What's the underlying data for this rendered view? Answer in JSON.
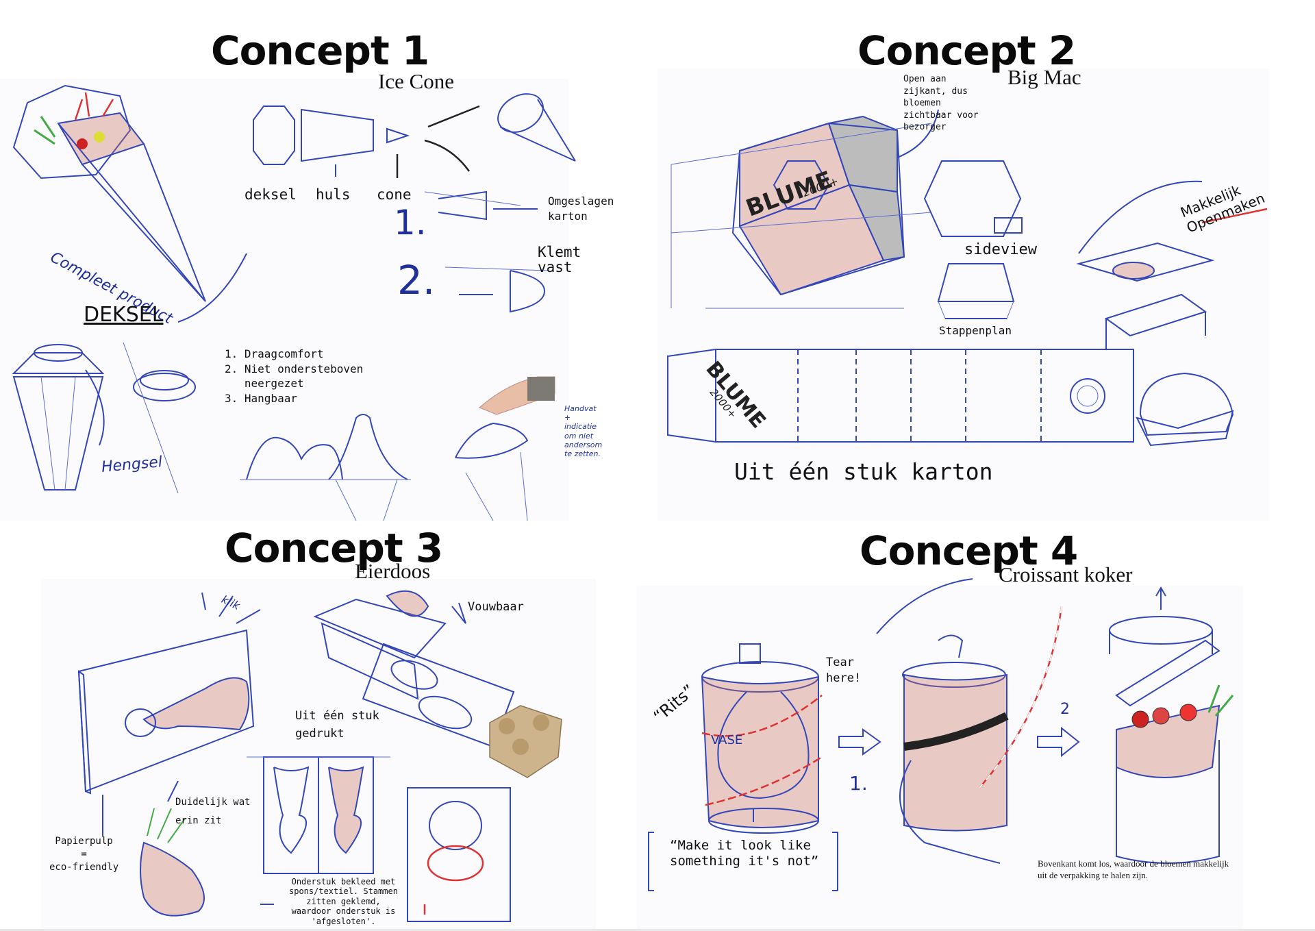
{
  "concept1": {
    "title": "Concept 1",
    "subtitle": "Ice Cone",
    "labels": {
      "deksel": "deksel",
      "huls": "huls",
      "cone": "cone",
      "omgeslagen": "Omgeslagen\nkarton",
      "klemt": "Klemt\nvast",
      "requirements": "1. Draagcomfort\n2. Niet ondersteboven\n   neergezet\n3. Hangbaar"
    },
    "handwriting": {
      "compleet": "Compleet product",
      "deksel_big": "DEKSEL",
      "hengsel": "Hengsel",
      "step1": "1.",
      "step2": "2.",
      "handvat": "Handvat\n+\nindicatie\nom niet\nandersom\nte zetten."
    }
  },
  "concept2": {
    "title": "Concept 2",
    "subtitle": "Big Mac",
    "labels": {
      "open": "Open aan\nzijkant, dus\nbloemen\nzichtbaar voor\nbezorger",
      "sideview": "sideview",
      "stappenplan": "Stappenplan",
      "uit": "Uit één stuk karton"
    },
    "handwriting": {
      "makkelijk": "Makkelijk\nOpenmaken",
      "blume": "BLUME",
      "blume_sub": "2000+",
      "blume2": "BLUME",
      "blume2_sub": "2000+"
    }
  },
  "concept3": {
    "title": "Concept 3",
    "subtitle": "Eierdoos",
    "labels": {
      "vouwbaar": "Vouwbaar",
      "uit": "Uit één stuk\ngedrukt",
      "duidelijk": "Duidelijk wat\nerin zit",
      "papierpulp": "Papierpulp\n=\neco-friendly",
      "onderstuk": "Onderstuk bekleed met\nspons/textiel. Stammen\nzitten geklemd,\nwaardoor onderstuk is\n'afgesloten'."
    },
    "handwriting": {
      "klik": "klik"
    }
  },
  "concept4": {
    "title": "Concept 4",
    "subtitle": "Croissant koker",
    "labels": {
      "tear": "Tear\nhere!",
      "make": "“Make it look like\nsomething it's not”",
      "bovenkant": "Bovenkant komt los, waardoor de bloemen makkelijk uit de verpakking te halen zijn."
    },
    "handwriting": {
      "rits": "“Rits”",
      "vase": "VASE",
      "step1": "1.",
      "step2": "2"
    }
  }
}
